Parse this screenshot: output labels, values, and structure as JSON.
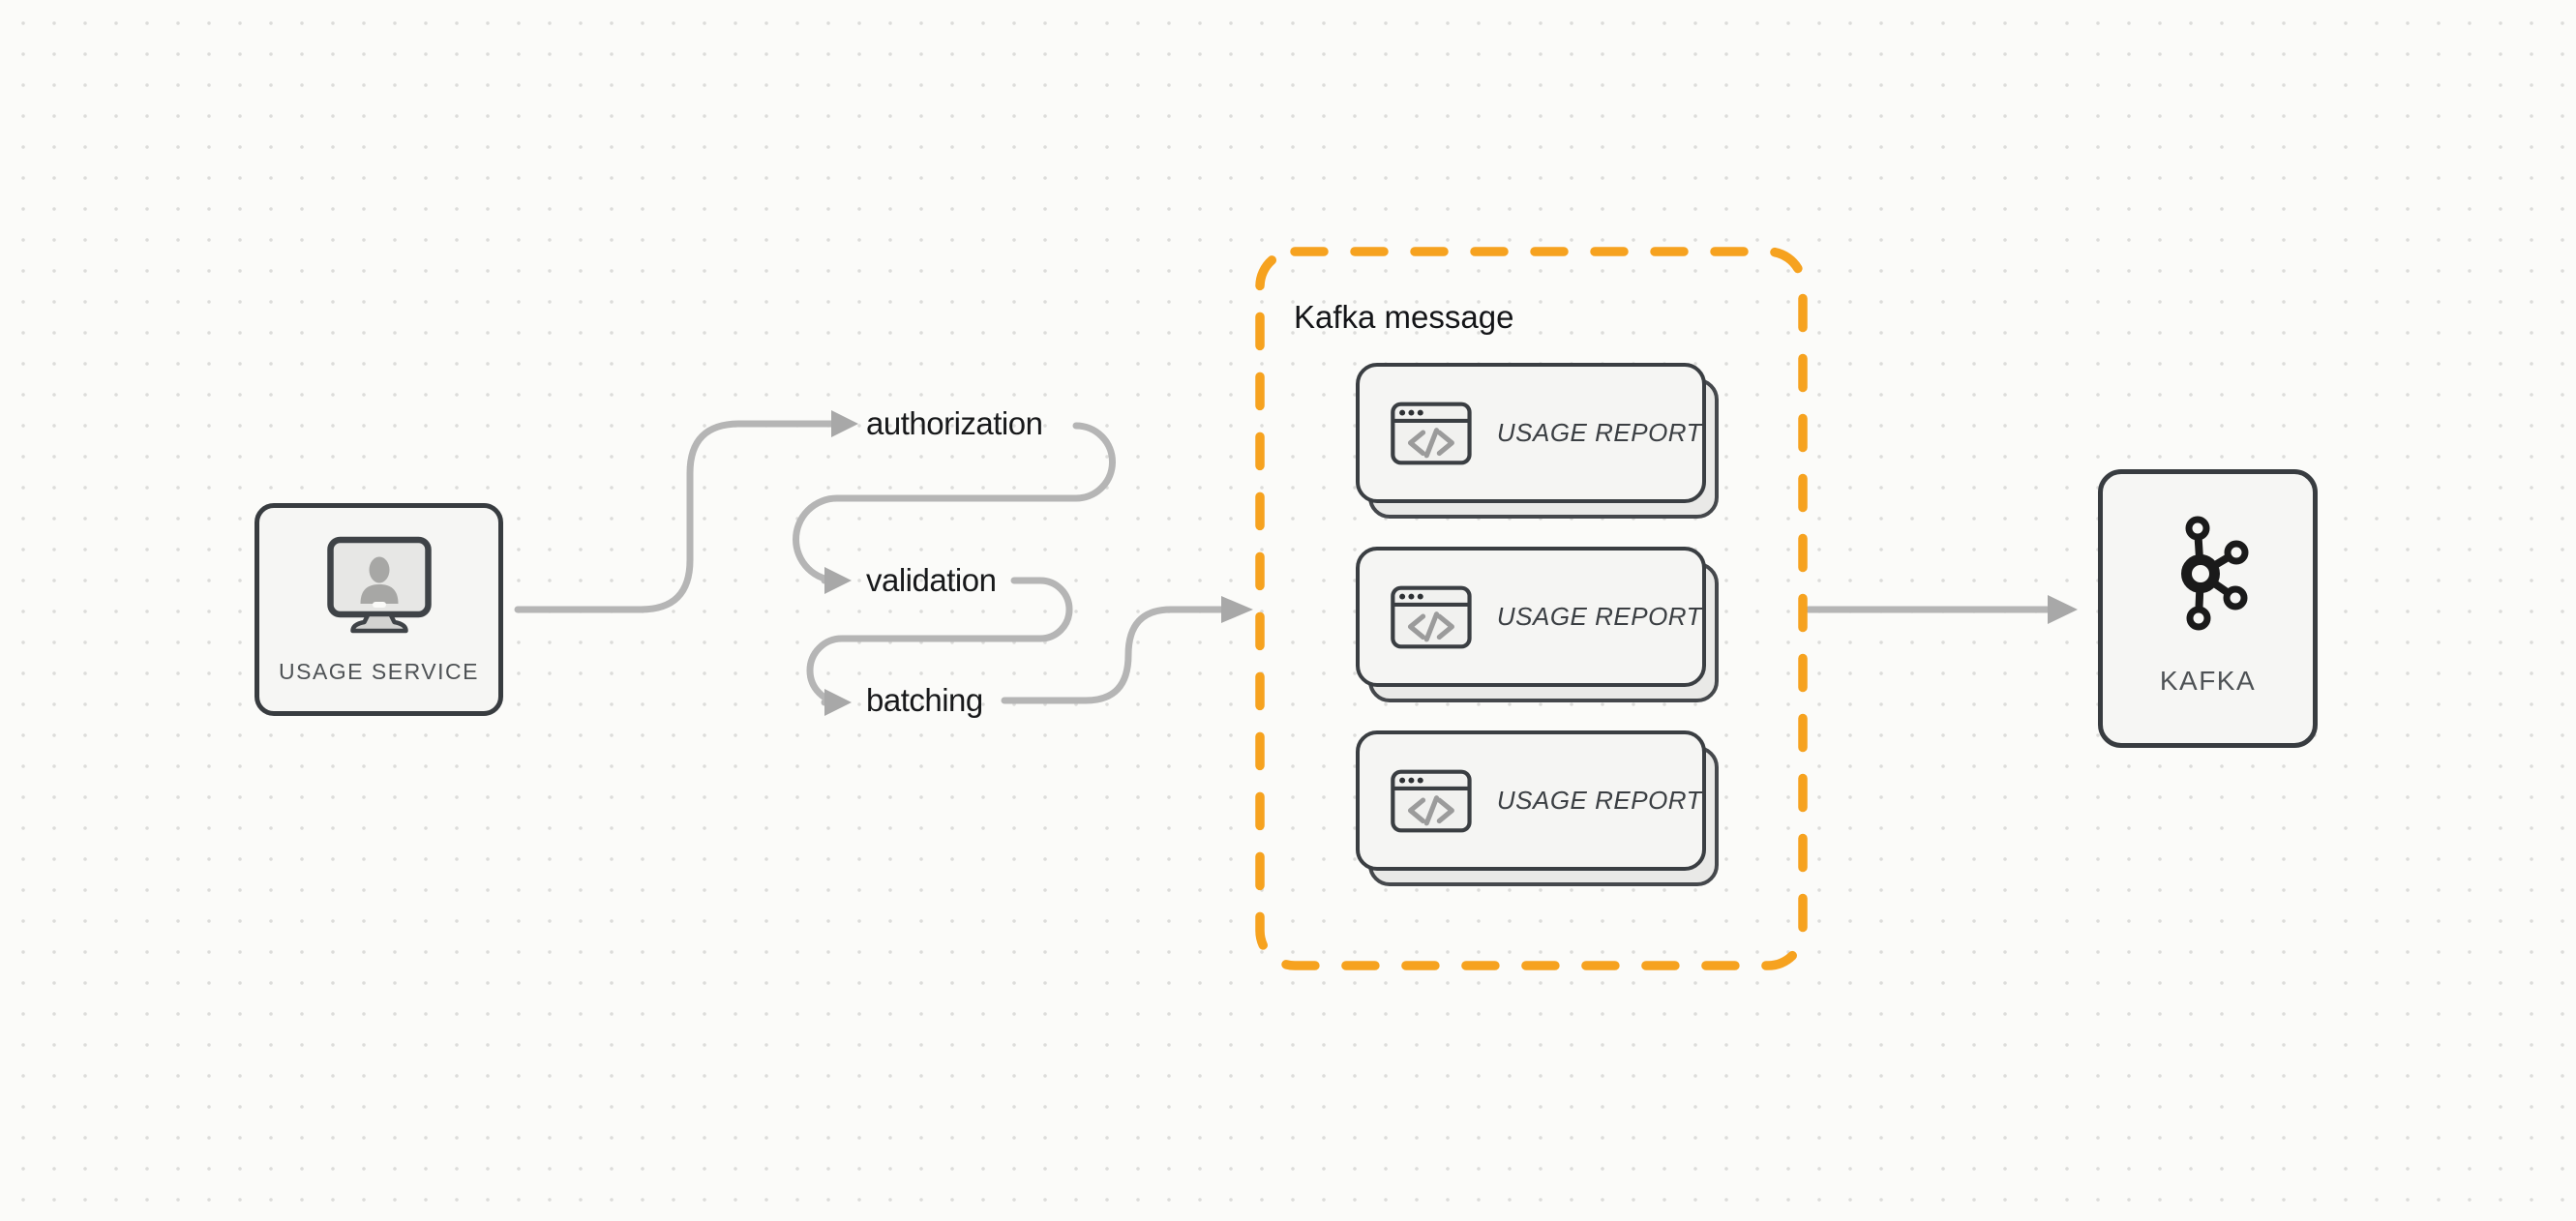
{
  "canvas": {
    "background": "#fbfbf9",
    "dot_color": "#dcdcda"
  },
  "colors": {
    "accent_orange": "#f6a21f",
    "connector_gray": "#b5b5b5",
    "arrowhead_gray": "#a8a8a8",
    "node_border": "#383c40",
    "node_fill": "#f6f6f4",
    "card_fill": "#f5f5f3",
    "card_back_fill": "#e9e9e7",
    "label_text": "#18191b"
  },
  "nodes": {
    "usage_service": {
      "label": "USAGE SERVICE",
      "icon": "monitor-user-icon"
    },
    "kafka": {
      "label": "KAFKA",
      "icon": "kafka-logo-icon"
    }
  },
  "pipeline_steps": [
    {
      "label": "authorization"
    },
    {
      "label": "validation"
    },
    {
      "label": "batching"
    }
  ],
  "kafka_message_group": {
    "title": "Kafka message",
    "cards": [
      {
        "label": "USAGE REPORT",
        "icon": "code-window-icon"
      },
      {
        "label": "USAGE REPORT",
        "icon": "code-window-icon"
      },
      {
        "label": "USAGE REPORT",
        "icon": "code-window-icon"
      }
    ]
  }
}
